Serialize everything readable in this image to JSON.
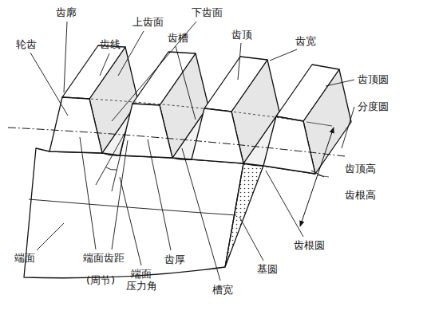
{
  "diagram": {
    "labels": [
      "轮齿",
      "齿廓",
      "齿线",
      "上齿面",
      "下齿面",
      "齿槽",
      "齿顶",
      "齿宽",
      "齿顶圆",
      "分度圆",
      "齿顶高",
      "齿根高",
      "端面",
      "端面齿距",
      "(周节)",
      "端面 压力角",
      "齿厚",
      "槽宽",
      "基圆",
      "齿根圆"
    ]
  }
}
